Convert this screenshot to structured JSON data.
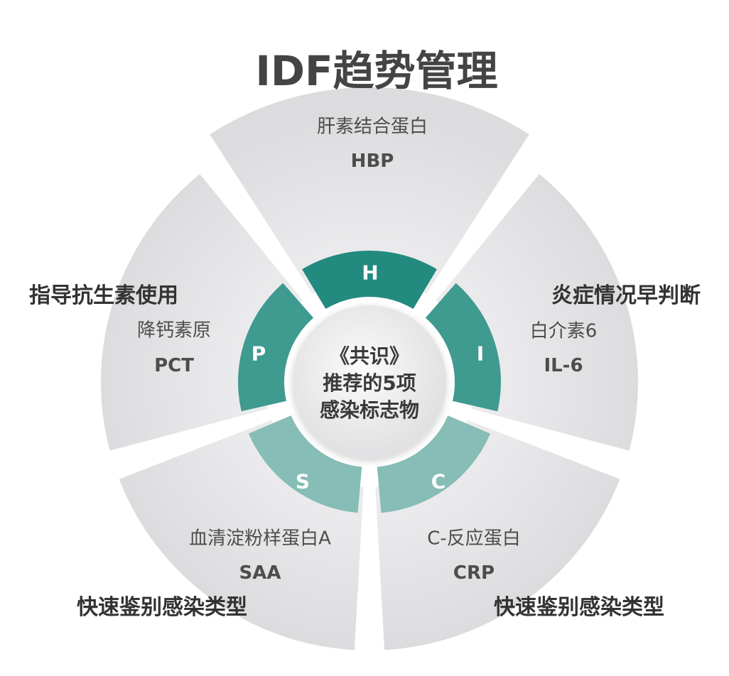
{
  "title": "IDF趋势管理",
  "center": {
    "line1": "《共识》",
    "line2": "推荐的5项",
    "line3": "感染标志物"
  },
  "segments": [
    {
      "key": "H",
      "letter": "H",
      "name": "肝素结合蛋白",
      "abbr": "HBP",
      "color": "#228a7f"
    },
    {
      "key": "I",
      "letter": "I",
      "name": "白介素6",
      "abbr": "IL-6",
      "color": "#3f9a90"
    },
    {
      "key": "C",
      "letter": "C",
      "name": "C-反应蛋白",
      "abbr": "CRP",
      "color": "#86bdb6"
    },
    {
      "key": "S",
      "letter": "S",
      "name": "血清淀粉样蛋白A",
      "abbr": "SAA",
      "color": "#86bdb6"
    },
    {
      "key": "P",
      "letter": "P",
      "name": "降钙素原",
      "abbr": "PCT",
      "color": "#3f9a90"
    }
  ],
  "headlines": {
    "left": "指导抗生素使用",
    "right": "炎症情况早判断",
    "bottom_left": "快速鉴别感染类型",
    "bottom_right": "快速鉴别感染类型"
  },
  "colors": {
    "background": "#ffffff",
    "outer_segment": "#e2e2e4",
    "center_disc": "#eeeeee"
  }
}
